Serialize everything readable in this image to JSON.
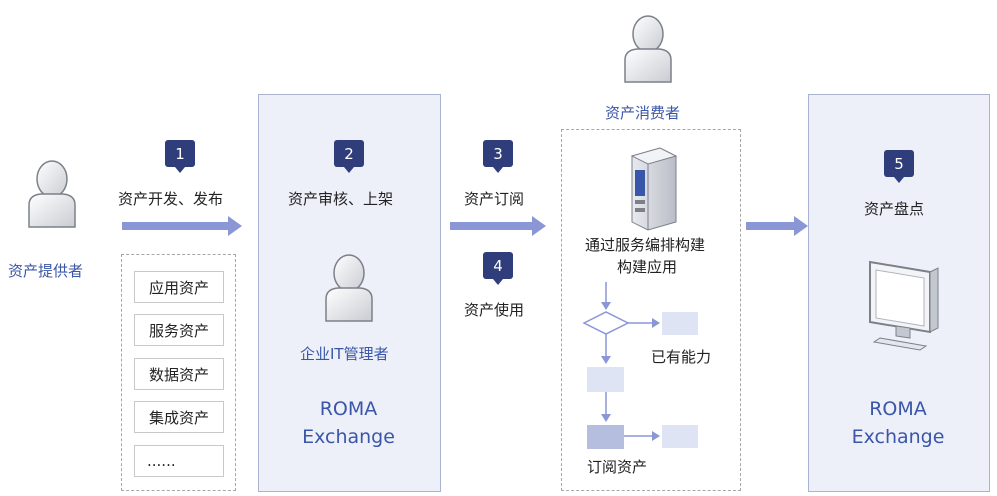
{
  "roles": {
    "provider": "资产提供者",
    "admin": "企业IT管理者",
    "consumer": "资产消费者"
  },
  "steps": [
    {
      "num": "1",
      "label": "资产开发、发布"
    },
    {
      "num": "2",
      "label": "资产审核、上架"
    },
    {
      "num": "3",
      "label": "资产订阅"
    },
    {
      "num": "4",
      "label": "资产使用"
    },
    {
      "num": "5",
      "label": "资产盘点"
    }
  ],
  "asset_types": [
    "应用资产",
    "服务资产",
    "数据资产",
    "集成资产",
    "......"
  ],
  "roma": {
    "line1": "ROMA",
    "line2": "Exchange"
  },
  "consumer_flow": {
    "build_line1": "通过服务编排构建",
    "build_line2": "构建应用",
    "existing": "已有能力",
    "subscribed": "订阅资产"
  },
  "colors": {
    "badge": "#2f3d7a",
    "arrow": "#8a96d6",
    "panel": "#edf0f8",
    "role_text": "#3a56a8"
  }
}
